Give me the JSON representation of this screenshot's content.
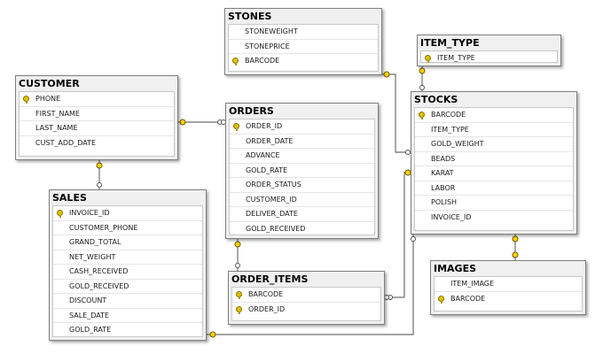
{
  "tables": {
    "stones": {
      "name": "STONES",
      "fields": [
        {
          "label": "STONEWEIGHT",
          "key": false
        },
        {
          "label": "STONEPRICE",
          "key": false
        },
        {
          "label": "BARCODE",
          "key": true
        }
      ]
    },
    "item_type": {
      "name": "ITEM_TYPE",
      "fields": [
        {
          "label": "ITEM_TYPE",
          "key": true
        }
      ]
    },
    "customer": {
      "name": "CUSTOMER",
      "fields": [
        {
          "label": "PHONE",
          "key": true
        },
        {
          "label": "FIRST_NAME",
          "key": false
        },
        {
          "label": "LAST_NAME",
          "key": false
        },
        {
          "label": "CUST_ADD_DATE",
          "key": false
        }
      ]
    },
    "orders": {
      "name": "ORDERS",
      "fields": [
        {
          "label": "ORDER_ID",
          "key": true
        },
        {
          "label": "ORDER_DATE",
          "key": false
        },
        {
          "label": "ADVANCE",
          "key": false
        },
        {
          "label": "GOLD_RATE",
          "key": false
        },
        {
          "label": "ORDER_STATUS",
          "key": false
        },
        {
          "label": "CUSTOMER_ID",
          "key": false
        },
        {
          "label": "DELIVER_DATE",
          "key": false
        },
        {
          "label": "GOLD_RECEIVED",
          "key": false
        }
      ]
    },
    "stocks": {
      "name": "STOCKS",
      "fields": [
        {
          "label": "BARCODE",
          "key": true
        },
        {
          "label": "ITEM_TYPE",
          "key": false
        },
        {
          "label": "GOLD_WEIGHT",
          "key": false
        },
        {
          "label": "BEADS",
          "key": false
        },
        {
          "label": "KARAT",
          "key": false
        },
        {
          "label": "LABOR",
          "key": false
        },
        {
          "label": "POLISH",
          "key": false
        },
        {
          "label": "INVOICE_ID",
          "key": false
        }
      ]
    },
    "sales": {
      "name": "SALES",
      "fields": [
        {
          "label": "INVOICE_ID",
          "key": true
        },
        {
          "label": "CUSTOMER_PHONE",
          "key": false
        },
        {
          "label": "GRAND_TOTAL",
          "key": false
        },
        {
          "label": "NET_WEIGHT",
          "key": false
        },
        {
          "label": "CASH_RECEIVED",
          "key": false
        },
        {
          "label": "GOLD_RECEIVED",
          "key": false
        },
        {
          "label": "DISCOUNT",
          "key": false
        },
        {
          "label": "SALE_DATE",
          "key": false
        },
        {
          "label": "GOLD_RATE",
          "key": false
        }
      ]
    },
    "order_items": {
      "name": "ORDER_ITEMS",
      "fields": [
        {
          "label": "BARCODE",
          "key": true
        },
        {
          "label": "ORDER_ID",
          "key": true
        }
      ]
    },
    "images": {
      "name": "IMAGES",
      "fields": [
        {
          "label": "ITEM_IMAGE",
          "key": false
        },
        {
          "label": "BARCODE",
          "key": true
        }
      ]
    }
  },
  "colors": {
    "key_icon": "#ffd400",
    "line": "#6e6e6e",
    "table_bg": "#f0f0f0"
  }
}
